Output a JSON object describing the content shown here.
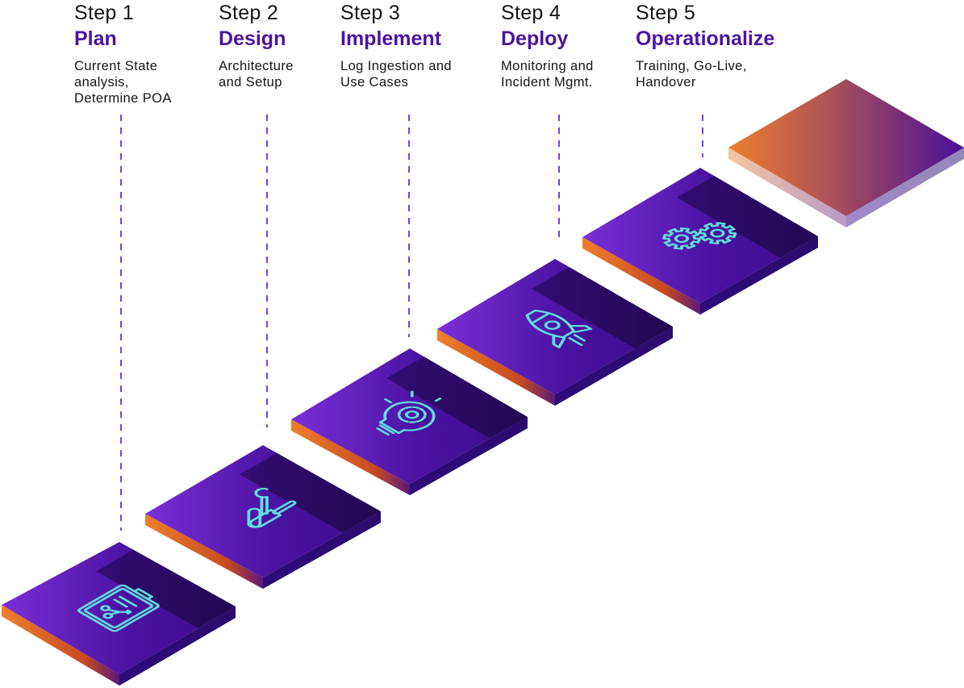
{
  "diagram": {
    "type": "isometric-process-steps",
    "colors": {
      "step_number_text": "#141414",
      "title_text": "#4a14a0",
      "description_text": "#141414",
      "dashed_connector": "#7b3fe0",
      "tile_top_light": "#7a2fd8",
      "tile_top_mid": "#4a12a0",
      "tile_top_dark": "#200a4e",
      "tile_left_edge_orange": "#e8742a",
      "tile_right_edge": "#2a0c72",
      "icon_stroke": "#5fdede",
      "final_tile_orange": "#ee7f2c",
      "final_tile_purple": "#4a1098",
      "final_tile_edge_light": "#f2c1a0",
      "final_tile_edge_lavender": "#9b8ac8"
    },
    "steps": [
      {
        "step_label": "Step 1",
        "title": "Plan",
        "description_lines": [
          "Current State",
          "analysis,",
          "Determine POA"
        ],
        "icon": "clipboard-chart-icon"
      },
      {
        "step_label": "Step 2",
        "title": "Design",
        "description_lines": [
          "Architecture",
          "and Setup"
        ],
        "icon": "wrench-screwdriver-icon"
      },
      {
        "step_label": "Step 3",
        "title": "Implement",
        "description_lines": [
          "Log Ingestion and",
          "Use Cases"
        ],
        "icon": "lightbulb-gear-icon"
      },
      {
        "step_label": "Step 4",
        "title": "Deploy",
        "description_lines": [
          "Monitoring and",
          "Incident Mgmt."
        ],
        "icon": "rocket-icon"
      },
      {
        "step_label": "Step 5",
        "title": "Operationalize",
        "description_lines": [
          "Training, Go-Live,",
          "Handover"
        ],
        "icon": "gears-icon"
      }
    ],
    "final_tile": {
      "label": "",
      "icon": "none"
    }
  }
}
